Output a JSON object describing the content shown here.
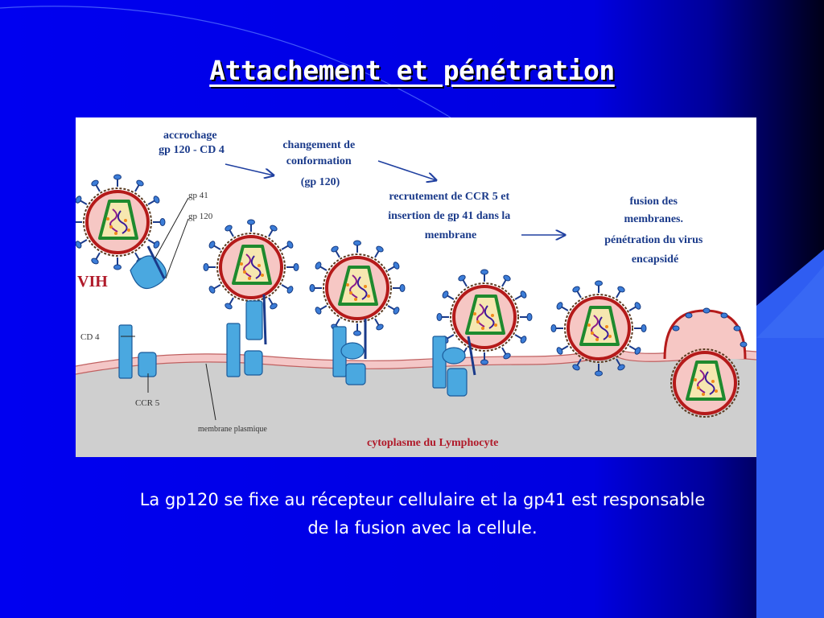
{
  "slide": {
    "title": "Attachement et pénétration",
    "caption_line1": "La gp120 se fixe au récepteur cellulaire et la gp41 est responsable",
    "caption_line2": "de la fusion avec la cellule."
  },
  "diagram": {
    "step1": [
      "accrochage",
      "gp 120 - CD 4"
    ],
    "step2": [
      "changement de",
      "conformation",
      "(gp 120)"
    ],
    "step3": [
      "recrutement de CCR 5 et",
      "insertion de gp 41 dans la",
      "membrane"
    ],
    "step4": [
      "fusion des",
      "membranes.",
      "pénétration du virus",
      "encapsidé"
    ],
    "labels": {
      "gp41": "gp 41",
      "gp120": "gp 120",
      "vih": "VIH",
      "cd4": "CD 4",
      "ccr5": "CCR 5",
      "membrane": "membrane plasmique",
      "cytoplasm": "cytoplasme du Lymphocyte"
    }
  },
  "colors": {
    "background": "#0000ee",
    "accent_light_blue": "#3a6cf0",
    "virion_red": "#b51a1a",
    "capsid_green": "#1f8a2e",
    "receptor_blue": "#4aa8e0",
    "cell_grey": "#cfcfcf",
    "membrane_pink": "#f4c7c7"
  }
}
